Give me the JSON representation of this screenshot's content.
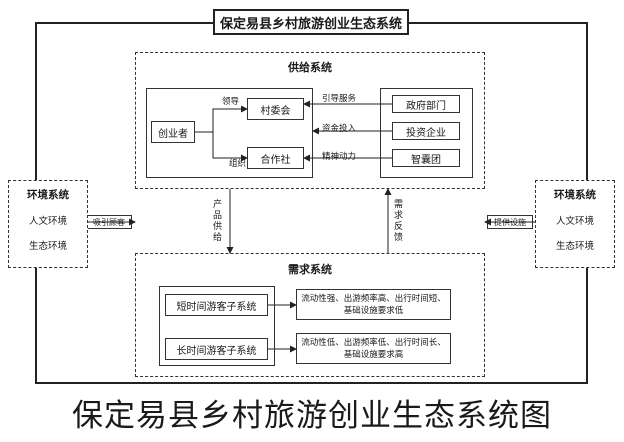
{
  "title": "保定易县乡村旅游创业生态系统",
  "caption": "保定易县乡村旅游创业生态系统图",
  "supply": {
    "title": "供给系统",
    "entrepreneur": "创业者",
    "village": "村委会",
    "coop": "合作社",
    "lead_label": "领导",
    "org_label": "组织",
    "gov": "政府部门",
    "invest": "投资企业",
    "think": "智囊团",
    "arrow_guide": "引导服务",
    "arrow_fund": "资金投入",
    "arrow_spirit": "精神动力"
  },
  "demand": {
    "title": "需求系统",
    "short": "短时间游客子系统",
    "long": "长时间游客子系统",
    "short_desc": "流动性强、出游频率高、出行时间短、基础设施要求低",
    "long_desc": "流动性低、出游频率低、出行时间长、基础设施要求高"
  },
  "flows": {
    "product_supply": "产品供给",
    "demand_feedback": "需求反馈",
    "attract": "吸引顾客",
    "provide": "提供设施"
  },
  "env_left": {
    "title": "环境系统",
    "items": [
      "人文环境",
      "生态环境"
    ]
  },
  "env_right": {
    "title": "环境系统",
    "items": [
      "人文环境",
      "生态环境"
    ]
  }
}
